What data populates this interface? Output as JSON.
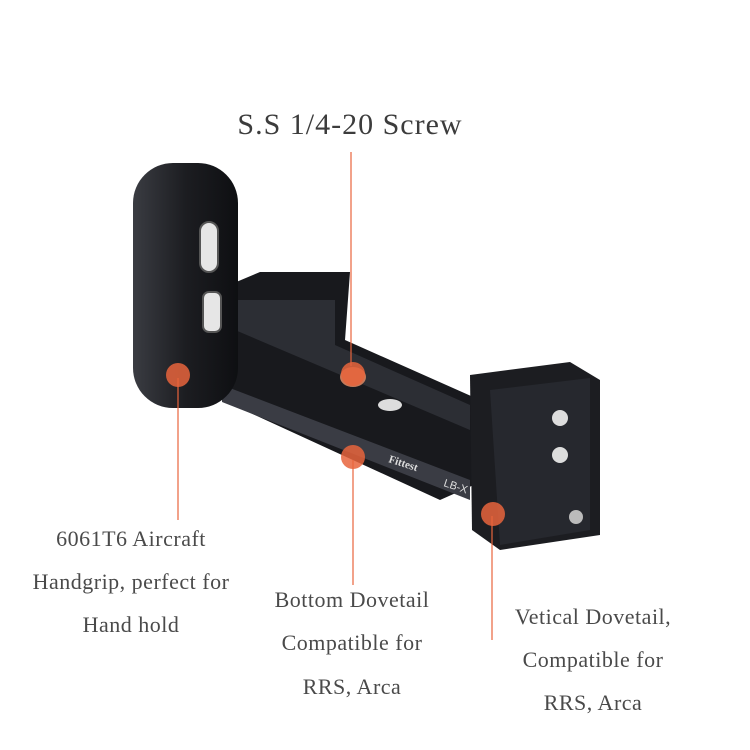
{
  "title": "S.S 1/4-20 Screw",
  "product": {
    "brand_logo": "Fittest",
    "model": "LB-X"
  },
  "callouts": {
    "handgrip": [
      "6061T6 Aircraft",
      "Handgrip, perfect for",
      "Hand hold"
    ],
    "bottom": [
      "Bottom Dovetail",
      "Compatible for",
      "RRS, Arca"
    ],
    "vertical": [
      "Vetical Dovetail,",
      "Compatible for",
      "RRS, Arca"
    ]
  },
  "colors": {
    "marker": "#e8643c",
    "text": "#4a4a4a",
    "metal": "#1c1d21"
  }
}
